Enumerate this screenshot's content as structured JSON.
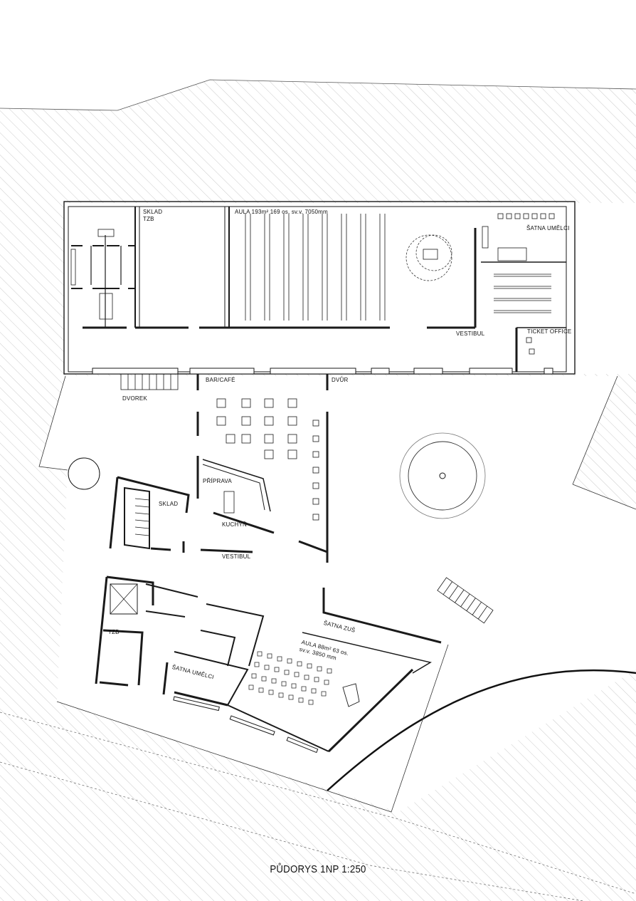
{
  "drawing": {
    "title": "PŮDORYS 1NP 1:250",
    "rooms": {
      "sklad_tzb_line1": "SKLAD",
      "sklad_tzb_line2": "TZB",
      "aula_main": "AULA 193m² 169 os. sv.v. 7050mm",
      "satna_umelci_top": "ŠATNA UMĚLCI",
      "vestibul_top": "VESTIBUL",
      "ticket_office": "TICKET OFFICE",
      "dvorek": "DVOREK",
      "bar_cafe": "BAR/CAFÉ",
      "dvur": "DVŮR",
      "priprava": "PŘÍPRAVA",
      "sklad_small": "SKLAD",
      "kuchyn": "KUCHYŇ",
      "vestibul_bottom": "VESTIBUL",
      "tzb_bottom": "TZB",
      "satna_zus": "ŠATNA ZUŠ",
      "aula_small_line1": "AULA 88m² 63 os.",
      "aula_small_line2": "sv.v. 3850 mm",
      "satna_umelci_bottom": "ŠATNA UMĚLCI"
    }
  },
  "colors": {
    "line": "#1a1a1a",
    "hatch": "#b5b5b5",
    "background": "#ffffff"
  }
}
